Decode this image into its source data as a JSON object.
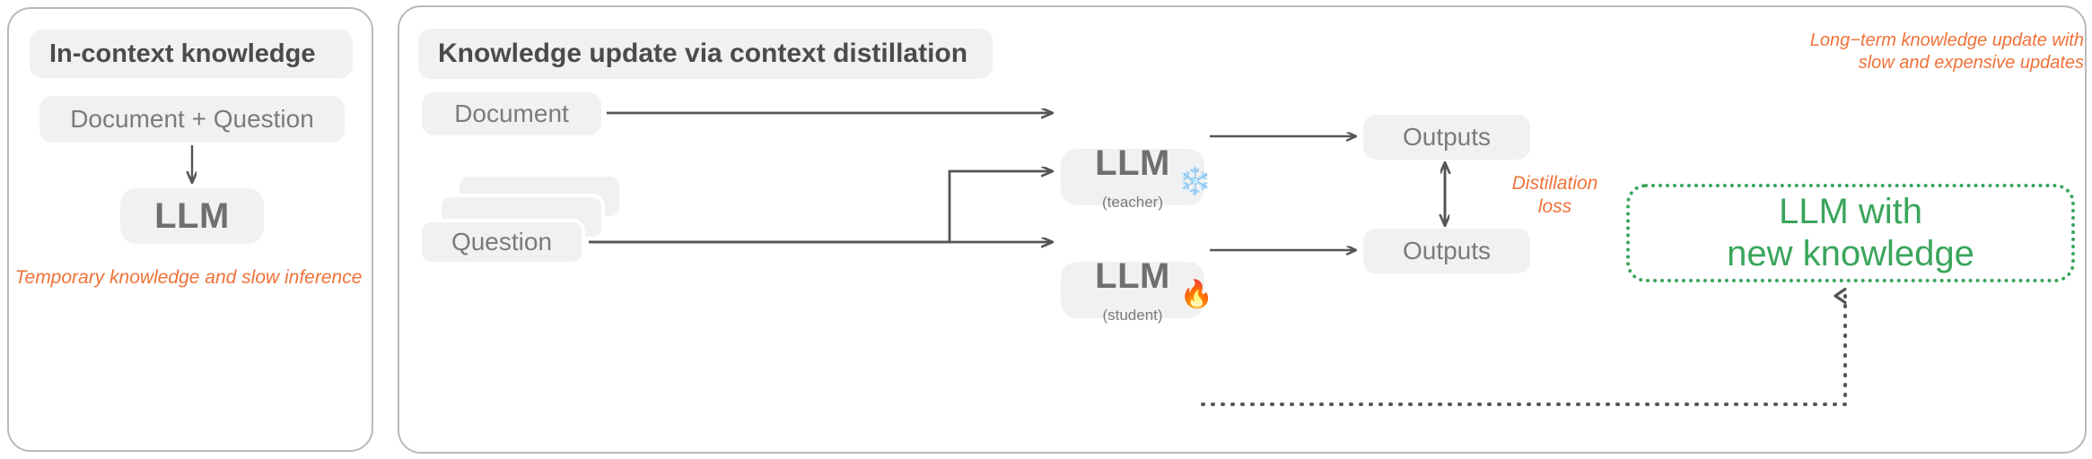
{
  "colors": {
    "chip_bg": "#f1f1f1",
    "chip_text": "#7b7b7b",
    "header_text": "#4b4b4b",
    "panel_border": "#b9b9b9",
    "accent_orange": "#ef7239",
    "accent_green": "#3aa55c",
    "arrow": "#555555"
  },
  "left_panel": {
    "header": "In-context knowledge",
    "input_chip": "Document + Question",
    "model_chip": "LLM",
    "caption": "Temporary knowledge and slow inference",
    "arrow_icon": "down-arrow-icon"
  },
  "right_panel": {
    "header": "Knowledge update via context distillation",
    "caption_line1": "Long−term knowledge update with",
    "caption_line2": "slow and expensive updates",
    "document_chip": "Document",
    "question_chip": "Question",
    "question_stack_count": 3,
    "teacher": {
      "title": "LLM",
      "subtitle": "(teacher)",
      "state_icon": "snowflake-icon",
      "state_glyph": "❄️"
    },
    "student": {
      "title": "LLM",
      "subtitle": "(student)",
      "state_icon": "fire-icon",
      "state_glyph": "🔥"
    },
    "outputs_top": "Outputs",
    "outputs_bottom": "Outputs",
    "loss_label_line1": "Distillation",
    "loss_label_line2": "loss",
    "result_line1": "LLM with",
    "result_line2": "new knowledge"
  }
}
